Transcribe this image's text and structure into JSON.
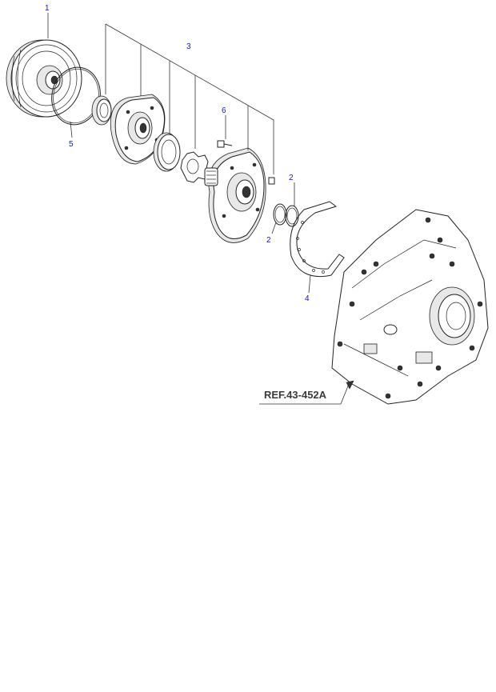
{
  "callouts": [
    {
      "id": "1",
      "part": "torque-converter"
    },
    {
      "id": "5",
      "part": "o-ring"
    },
    {
      "id": "3",
      "part": "oil-pump-assembly"
    },
    {
      "id": "6",
      "part": "bolt"
    },
    {
      "id": "2",
      "part": "seal-ring"
    },
    {
      "id": "2",
      "part": "seal-ring"
    },
    {
      "id": "4",
      "part": "gasket"
    }
  ],
  "reference": {
    "label": "REF.43-452A"
  },
  "colors": {
    "part_number": "#1a1aa8",
    "line": "#222222",
    "reference": "#3a3a3a"
  }
}
